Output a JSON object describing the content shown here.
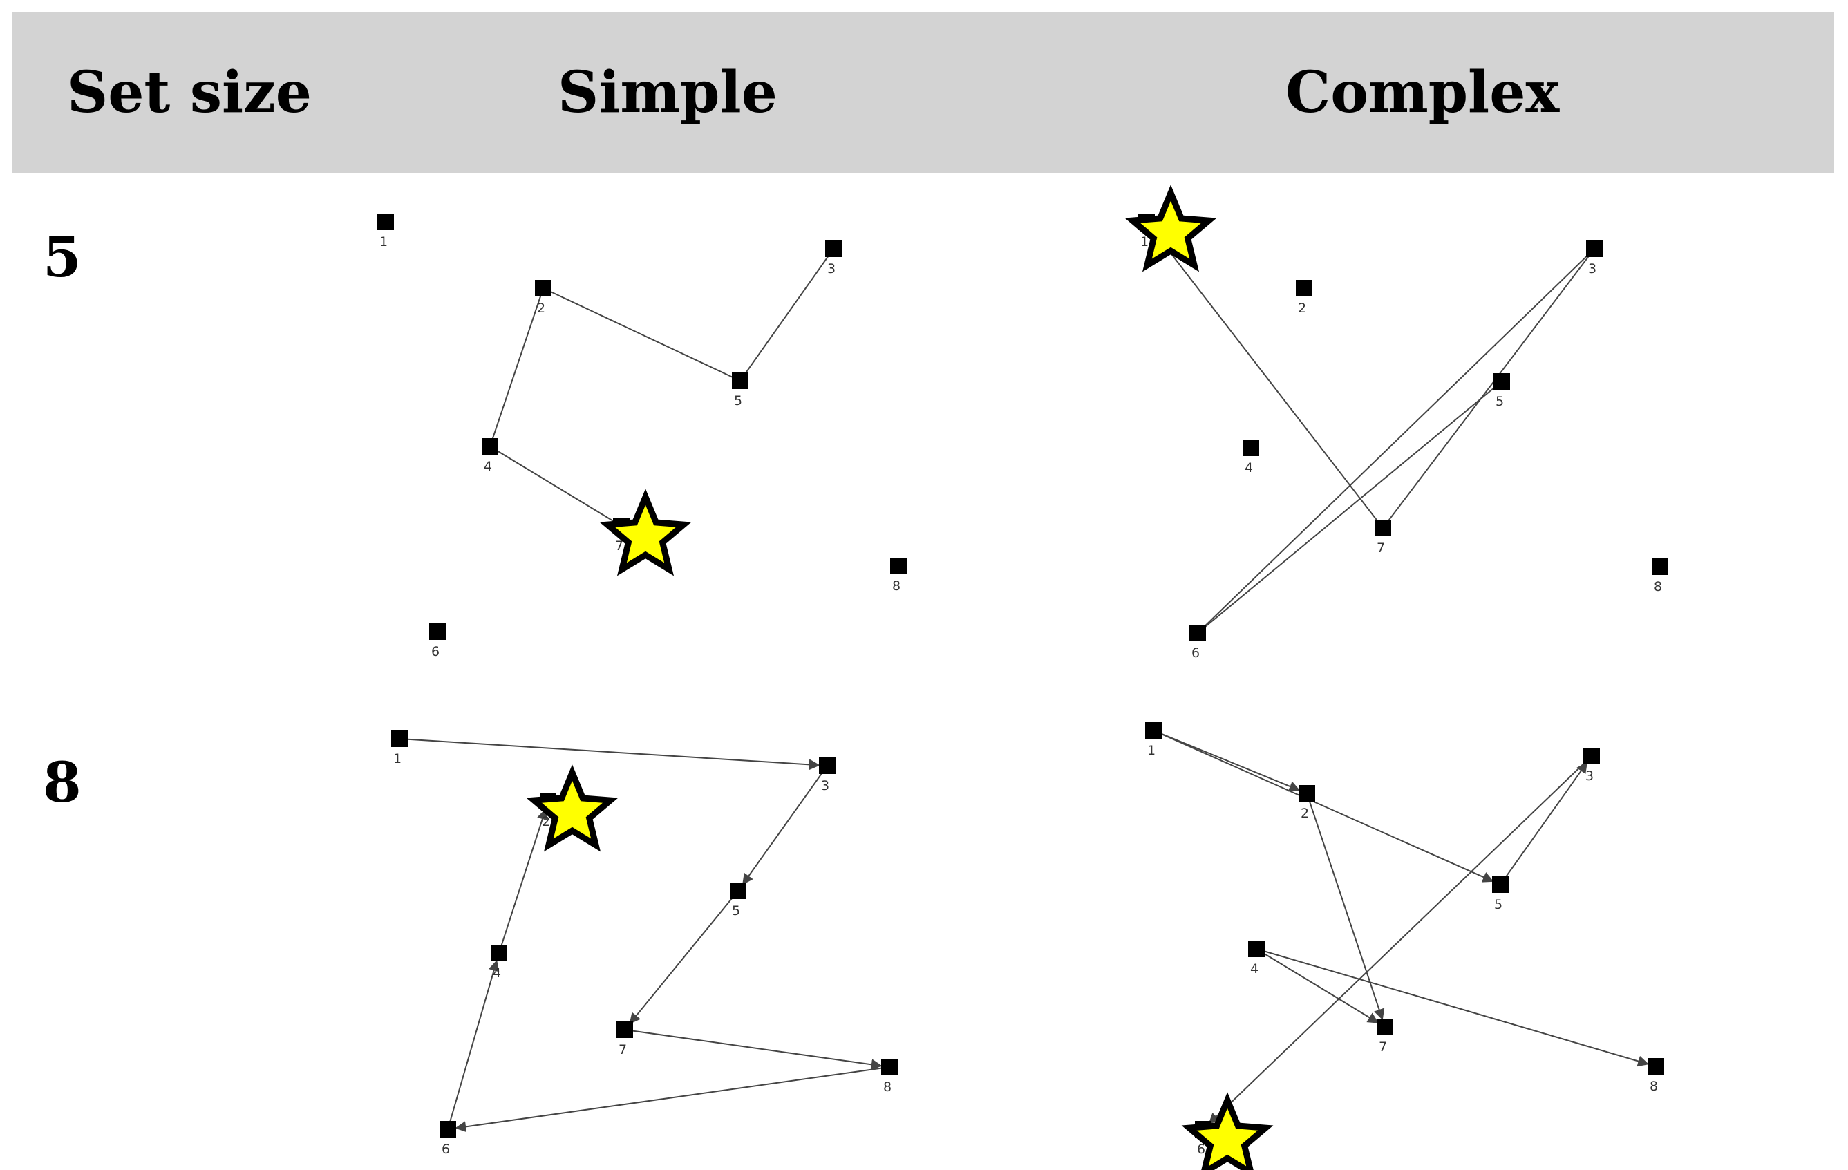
{
  "header": {
    "set_size_label": "Set size",
    "simple_label": "Simple",
    "complex_label": "Complex"
  },
  "rows": [
    {
      "label": "5"
    },
    {
      "label": "8"
    }
  ],
  "colors": {
    "header_bg": "#d3d3d3",
    "node": "#000000",
    "line": "#444444",
    "star_fill": "#ffff00",
    "star_stroke": "#000000"
  },
  "panels": [
    {
      "name": "row5-simple",
      "nodes": [
        {
          "id": "1"
        },
        {
          "id": "2"
        },
        {
          "id": "3"
        },
        {
          "id": "4"
        },
        {
          "id": "5"
        },
        {
          "id": "6"
        },
        {
          "id": "7"
        },
        {
          "id": "8"
        }
      ],
      "path": [
        "3",
        "5",
        "2",
        "4",
        "7"
      ],
      "arrows": false,
      "star_at": "7"
    },
    {
      "name": "row5-complex",
      "nodes": [
        {
          "id": "1"
        },
        {
          "id": "2"
        },
        {
          "id": "3"
        },
        {
          "id": "4"
        },
        {
          "id": "5"
        },
        {
          "id": "6"
        },
        {
          "id": "7"
        },
        {
          "id": "8"
        }
      ],
      "path": [
        "1",
        "7",
        "3",
        "6",
        "5"
      ],
      "arrows": false,
      "star_at": "1"
    },
    {
      "name": "row8-simple",
      "nodes": [
        {
          "id": "1"
        },
        {
          "id": "2"
        },
        {
          "id": "3"
        },
        {
          "id": "4"
        },
        {
          "id": "5"
        },
        {
          "id": "6"
        },
        {
          "id": "7"
        },
        {
          "id": "8"
        }
      ],
      "path": [
        "1",
        "3",
        "5",
        "7",
        "8",
        "6",
        "4",
        "2"
      ],
      "arrows": true,
      "star_at": "2"
    },
    {
      "name": "row8-complex",
      "nodes": [
        {
          "id": "1"
        },
        {
          "id": "2"
        },
        {
          "id": "3"
        },
        {
          "id": "4"
        },
        {
          "id": "5"
        },
        {
          "id": "6"
        },
        {
          "id": "7"
        },
        {
          "id": "8"
        }
      ],
      "path": [
        "5",
        "3",
        "6"
      ],
      "extra_edges": [
        [
          "1",
          "2"
        ],
        [
          "1",
          "5"
        ],
        [
          "2",
          "7"
        ],
        [
          "4",
          "7"
        ],
        [
          "4",
          "8"
        ]
      ],
      "arrows": true,
      "star_at": "6"
    }
  ]
}
